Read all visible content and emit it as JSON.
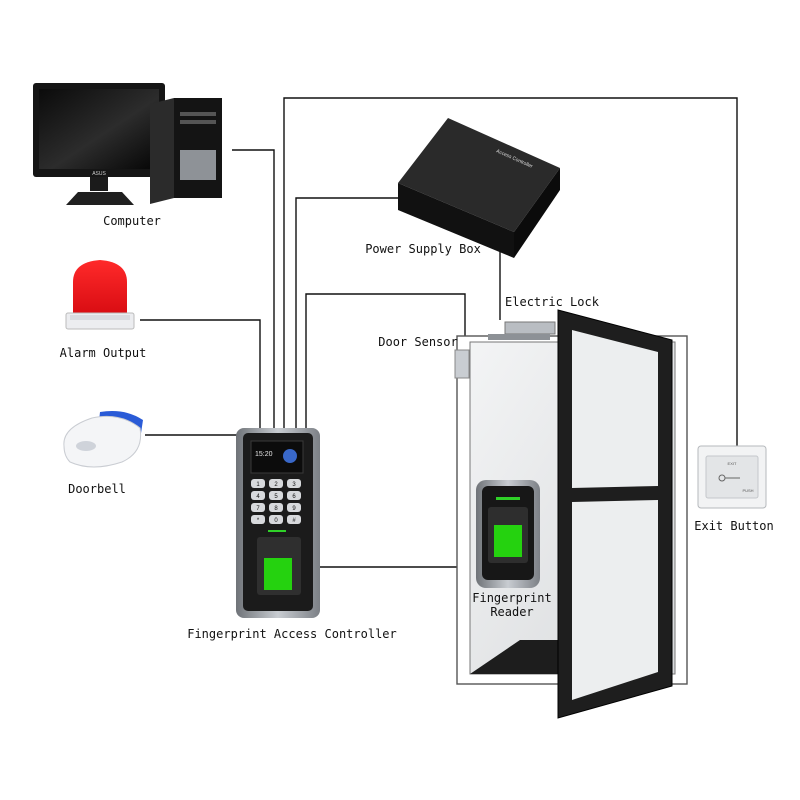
{
  "labels": {
    "computer": "Computer",
    "monitor_brand": "ASUS",
    "alarm_output": "Alarm Output",
    "doorbell": "Doorbell",
    "fingerprint_access_controller": "Fingerprint Access Controller",
    "power_supply_box": "Power Supply Box",
    "power_box_face": "Access Controller",
    "electric_lock": "Electric Lock",
    "door_sensor": "Door Sensor",
    "fingerprint_reader_line1": "Fingerprint",
    "fingerprint_reader_line2": "Reader",
    "exit_button": "Exit Button",
    "exit_button_face": "PUSH",
    "exit_button_top": "EXIT",
    "controller_screen_time": "15:20"
  },
  "keypad": [
    "1",
    "2",
    "3",
    "4",
    "5",
    "6",
    "7",
    "8",
    "9",
    "*",
    "0",
    "#"
  ],
  "colors": {
    "wire": "#111111",
    "alarm_red": "#e8141a",
    "doorbell_blue": "#2a5bd7",
    "fingerprint_green": "#25d20f",
    "device_dark": "#1f1f1f",
    "device_silver": "#9a9ea4"
  }
}
